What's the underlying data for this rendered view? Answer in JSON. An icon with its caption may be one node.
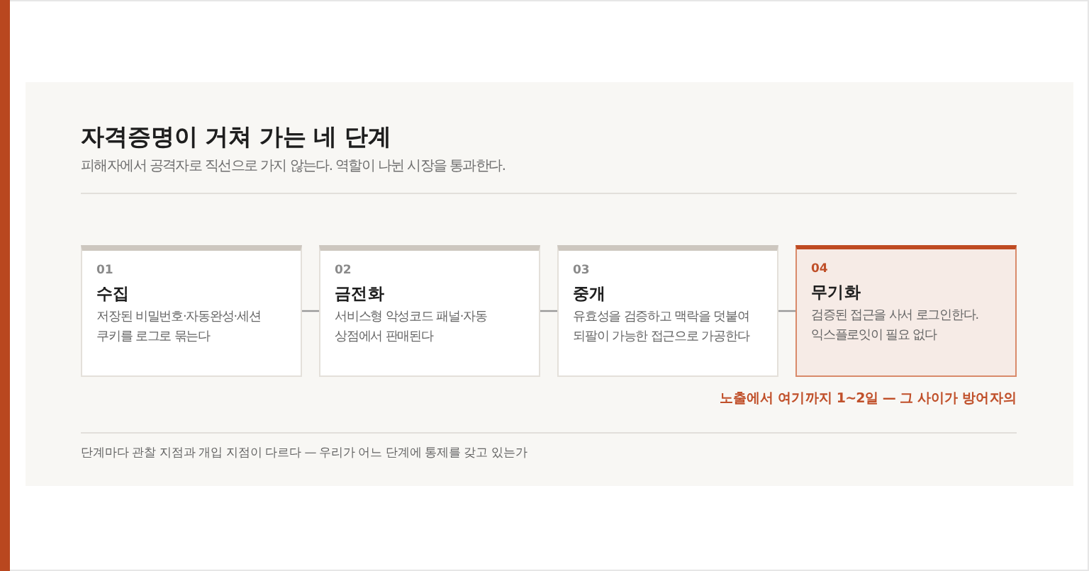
{
  "diagram": {
    "title": "자격증명이 거쳐 가는 네 단계",
    "nodes": [
      {
        "text": [
          "01",
          "수집",
          "저장된 비밀번호·자동완성·세션 쿠키를 로그로 묶는다"
        ]
      },
      {
        "text": [
          "02",
          "금전화",
          "서비스형 악성코드 패널·자동 상점에서 판매된다"
        ]
      },
      {
        "text": [
          "03",
          "중개",
          "유효성을 검증하고 맥락을 덧붙여 되팔이 가능한 접근으로 가공한다"
        ]
      },
      {
        "text": [
          "04",
          "무기화",
          "검증된 접근을 사서 로그인한다. 익스플로잇이 필요 없다"
        ],
        "beside": [
          "노출에서 여기까지 1~2일 — 그 사이가 방어자의"
        ]
      }
    ],
    "edges": [
      {
        "from": 0,
        "to": 1,
        "arrow": "none"
      },
      {
        "from": 1,
        "to": 2,
        "arrow": "none"
      },
      {
        "from": 2,
        "to": 3,
        "arrow": "none"
      }
    ],
    "labels": [
      "피해자에서 공격자로 직선으로 가지 않는다. 역할이 나뉜 시장을 통과한다.",
      "단계마다 관찰 지점과 개입 지점이 다르다 — 우리가 어느 단계에 통제를 갖고 있는가"
    ]
  }
}
